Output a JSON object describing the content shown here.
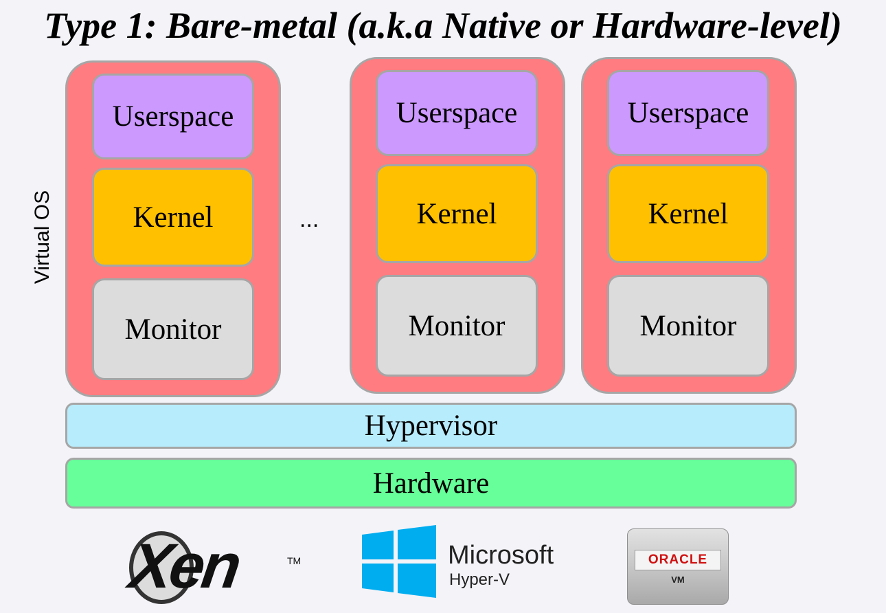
{
  "title": "Type 1: Bare-metal (a.k.a Native or Hardware-level)",
  "side_label": "Virtual OS",
  "ellipsis": "...",
  "vms": [
    {
      "layers": [
        "Userspace",
        "Kernel",
        "Monitor"
      ]
    },
    {
      "layers": [
        "Userspace",
        "Kernel",
        "Monitor"
      ]
    },
    {
      "layers": [
        "Userspace",
        "Kernel",
        "Monitor"
      ]
    }
  ],
  "hypervisor": "Hypervisor",
  "hardware": "Hardware",
  "logos": {
    "xen": {
      "name": "Xen",
      "tm": "TM"
    },
    "microsoft": {
      "name": "Microsoft",
      "sub": "Hyper-V"
    },
    "oracle": {
      "name": "ORACLE",
      "sub": "VM"
    }
  },
  "colors": {
    "vm_container": "#ff7c80",
    "userspace": "#cc99ff",
    "kernel": "#ffc000",
    "monitor": "#dcdcdc",
    "hypervisor": "#b7ecfc",
    "hardware": "#66ff99",
    "windows_blue": "#00adef",
    "oracle_red": "#d01010"
  }
}
